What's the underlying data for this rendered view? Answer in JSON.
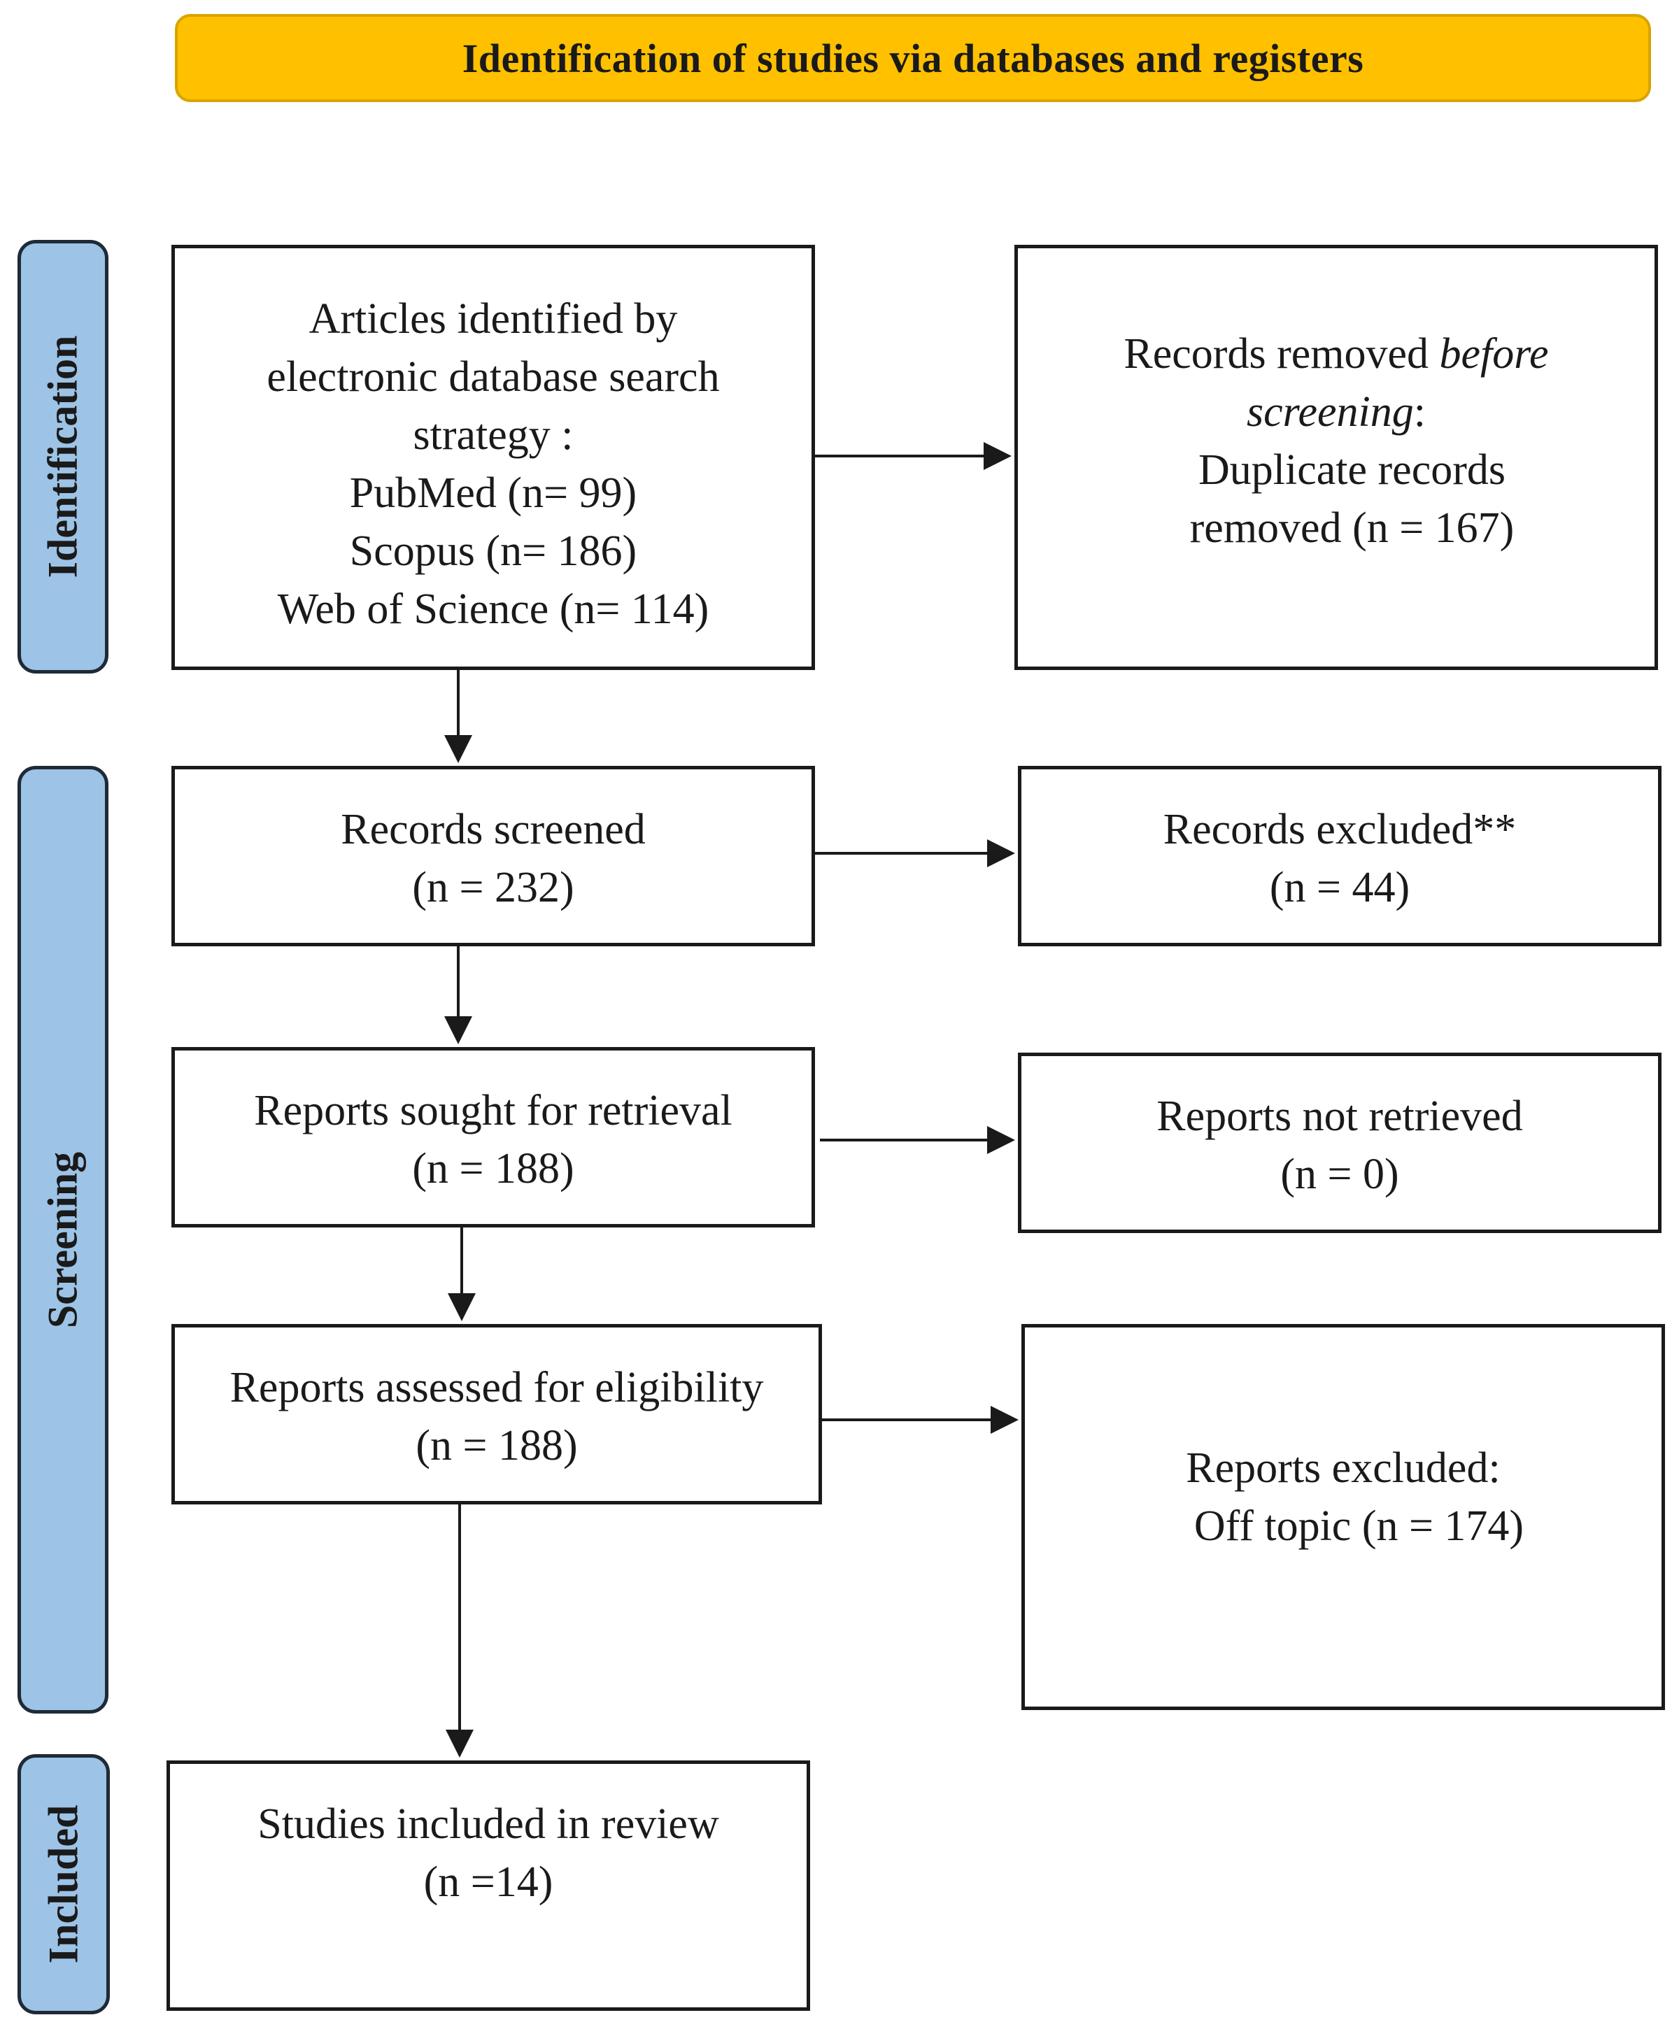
{
  "header": {
    "title": "Identification of studies via databases and registers"
  },
  "phases": {
    "identification": "Identification",
    "screening": "Screening",
    "included": "Included"
  },
  "identified": {
    "line1": "Articles identified by",
    "line2": "electronic database search",
    "line3": "strategy :",
    "pubmed": "PubMed (n= 99)",
    "scopus": "Scopus (n= 186)",
    "wos": "Web of Science (n= 114)"
  },
  "removed": {
    "line1_prefix": "Records removed ",
    "line1_italic": "before",
    "line2_italic": "screening",
    "line2_suffix": ":",
    "line3": "Duplicate records",
    "line4": "removed  (n = 167)"
  },
  "screened": {
    "line1": "Records screened",
    "line2": "(n = 232)"
  },
  "excluded_records": {
    "line1": "Records excluded**",
    "line2": "(n =  44)"
  },
  "sought": {
    "line1": "Reports sought for retrieval",
    "line2": "(n = 188)"
  },
  "not_retrieved": {
    "line1": "Reports not retrieved",
    "line2": "(n = 0)"
  },
  "assessed": {
    "line1": "Reports assessed for eligibility",
    "line2": "(n = 188)"
  },
  "excluded_reports": {
    "line1": "Reports excluded:",
    "line2": "Off topic (n = 174)"
  },
  "included": {
    "line1": "Studies included in review",
    "line2": "(n =14)"
  }
}
